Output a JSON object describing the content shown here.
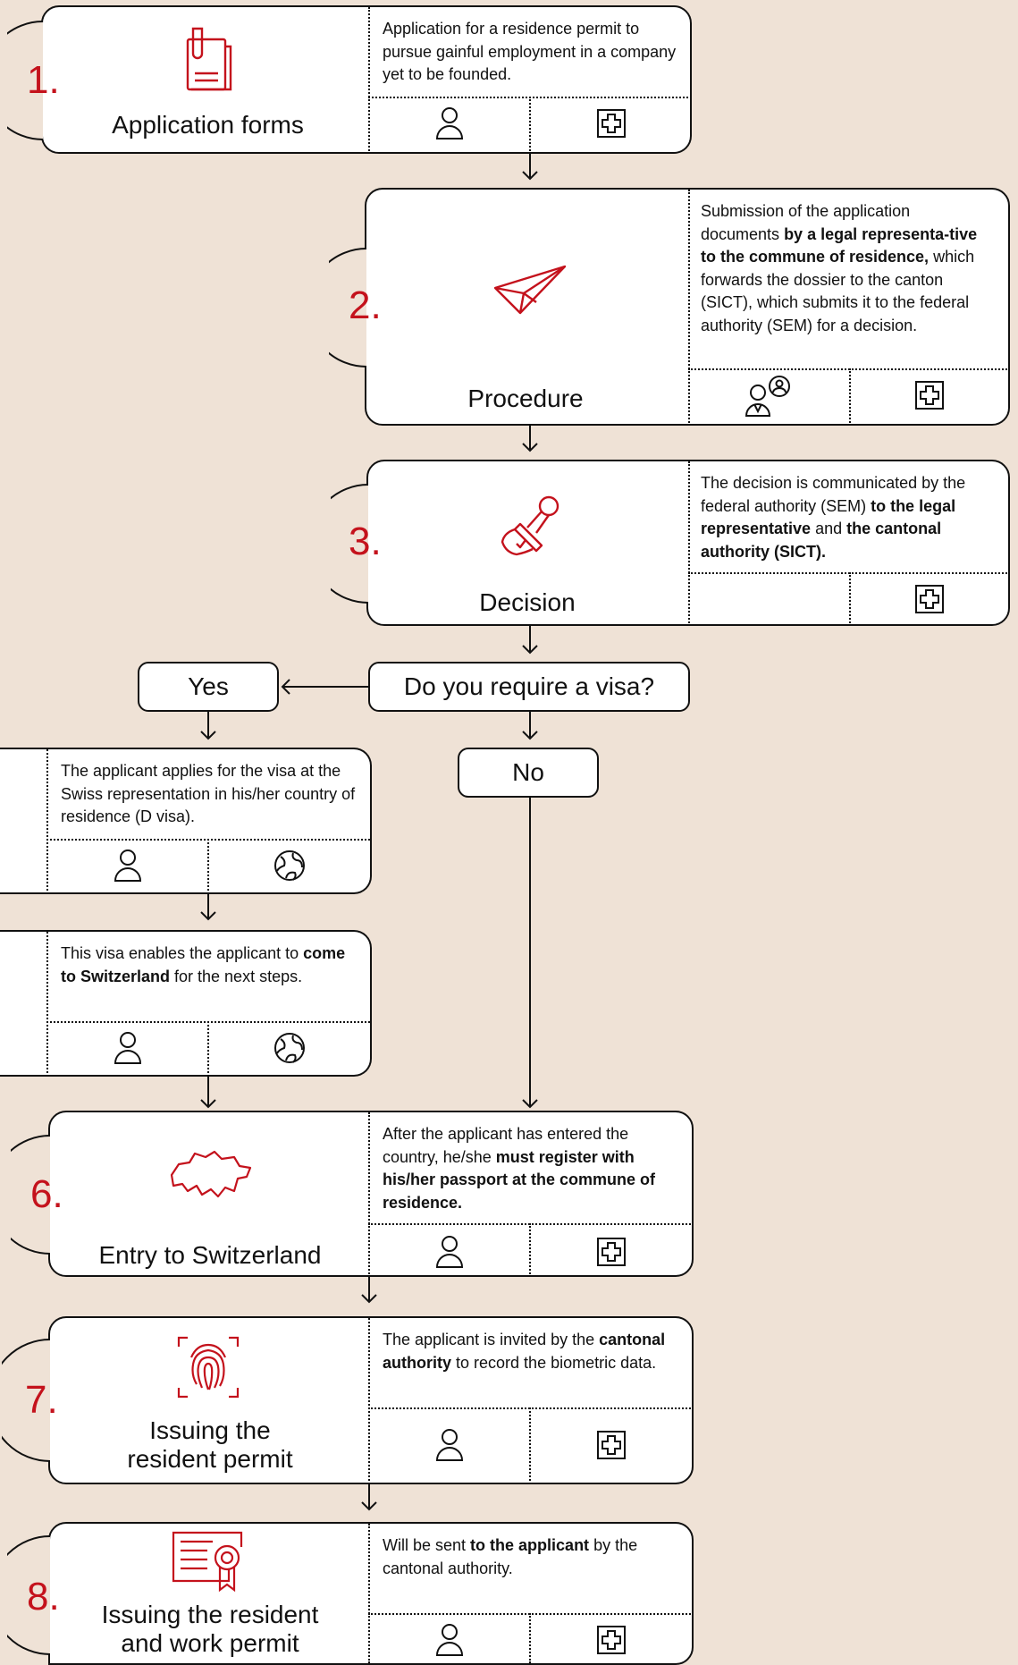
{
  "steps": [
    {
      "number": "1.",
      "title": "Application forms",
      "text": "Application for a residence permit to pursue gainful employment in a company yet to be founded."
    },
    {
      "number": "2.",
      "title": "Procedure",
      "text_parts": [
        "Submission of the application documents ",
        "by a legal representa-tive to the commune of residence,",
        " which forwards the dossier to the canton (SICT), which submits it to the federal authority (SEM) for a decision."
      ]
    },
    {
      "number": "3.",
      "title": "Decision",
      "text_parts": [
        "The decision is communicated by the federal authority (SEM) ",
        "to the legal representative",
        " and ",
        "the cantonal authority (SICT)."
      ]
    },
    {
      "number": "6.",
      "title": "Entry to Switzerland",
      "text_parts": [
        "After the applicant has entered the country, he/she ",
        "must register with his/her passport at the commune of residence."
      ]
    },
    {
      "number": "7.",
      "title_lines": [
        "Issuing the",
        "resident permit"
      ],
      "text_parts": [
        "The applicant is invited by the ",
        "cantonal authority",
        " to record the biometric data."
      ]
    },
    {
      "number": "8.",
      "title_lines": [
        "Issuing the resident",
        "and work permit"
      ],
      "text_parts": [
        "Will be sent ",
        "to the applicant",
        " by the cantonal authority."
      ]
    }
  ],
  "decision": {
    "question": "Do you require a visa?",
    "yes": "Yes",
    "no": "No"
  },
  "visa_steps": [
    {
      "text": "The applicant applies for the visa at the Swiss representation in his/her country of residence (D visa)."
    },
    {
      "text_parts": [
        "This visa enables the applicant to ",
        "come to Switzerland",
        " for the next steps."
      ]
    }
  ],
  "colors": {
    "accent": "#c4121c",
    "background": "#efe2d6",
    "card": "#ffffff",
    "line": "#111111"
  },
  "icons": [
    "document-clip-icon",
    "paper-plane-icon",
    "stamp-icon",
    "switzerland-map-icon",
    "fingerprint-icon",
    "certificate-icon",
    "person-icon",
    "lawyer-icon",
    "swiss-cross-icon",
    "globe-icon"
  ]
}
